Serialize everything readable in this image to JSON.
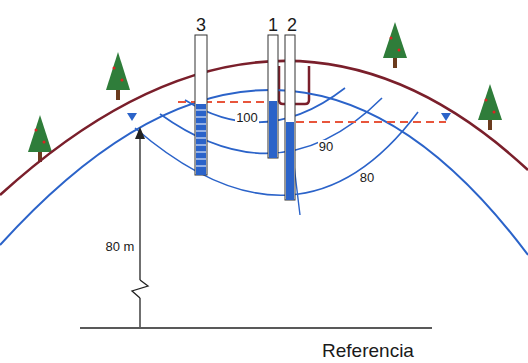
{
  "diagram": {
    "labels": [
      "3",
      "1",
      "2",
      "100",
      "90",
      "80",
      "80 m",
      "Referencia"
    ]
  }
}
